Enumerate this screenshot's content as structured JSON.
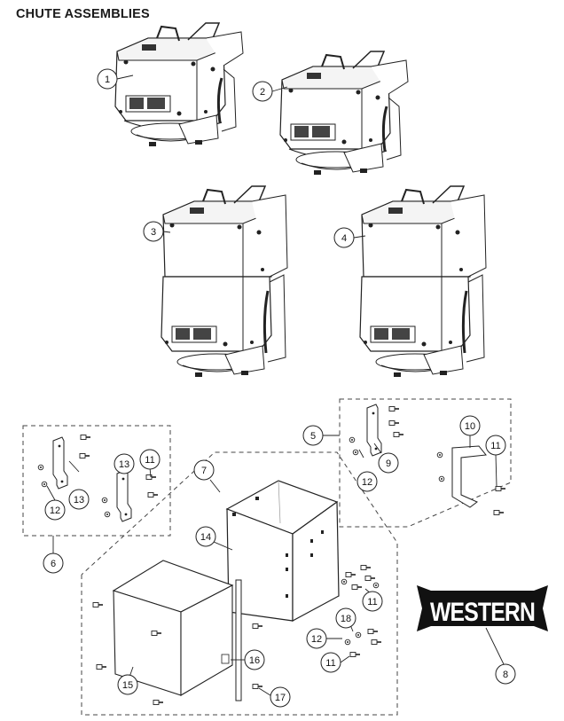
{
  "title": "CHUTE ASSEMBLIES",
  "brand": {
    "logo_text": "WESTERN",
    "color": "#111111"
  },
  "callouts": [
    {
      "id": "c1",
      "label": "1"
    },
    {
      "id": "c2",
      "label": "2"
    },
    {
      "id": "c3",
      "label": "3"
    },
    {
      "id": "c4",
      "label": "4"
    },
    {
      "id": "c5",
      "label": "5"
    },
    {
      "id": "c6",
      "label": "6"
    },
    {
      "id": "c7",
      "label": "7"
    },
    {
      "id": "c8",
      "label": "8"
    },
    {
      "id": "c9",
      "label": "9"
    },
    {
      "id": "c10",
      "label": "10"
    },
    {
      "id": "c11a",
      "label": "11"
    },
    {
      "id": "c11b",
      "label": "11"
    },
    {
      "id": "c11c",
      "label": "11"
    },
    {
      "id": "c11d",
      "label": "11"
    },
    {
      "id": "c12a",
      "label": "12"
    },
    {
      "id": "c12b",
      "label": "12"
    },
    {
      "id": "c12c",
      "label": "12"
    },
    {
      "id": "c13a",
      "label": "13"
    },
    {
      "id": "c13b",
      "label": "13"
    },
    {
      "id": "c14",
      "label": "14"
    },
    {
      "id": "c15",
      "label": "15"
    },
    {
      "id": "c16",
      "label": "16"
    },
    {
      "id": "c17",
      "label": "17"
    },
    {
      "id": "c18",
      "label": "18"
    }
  ]
}
